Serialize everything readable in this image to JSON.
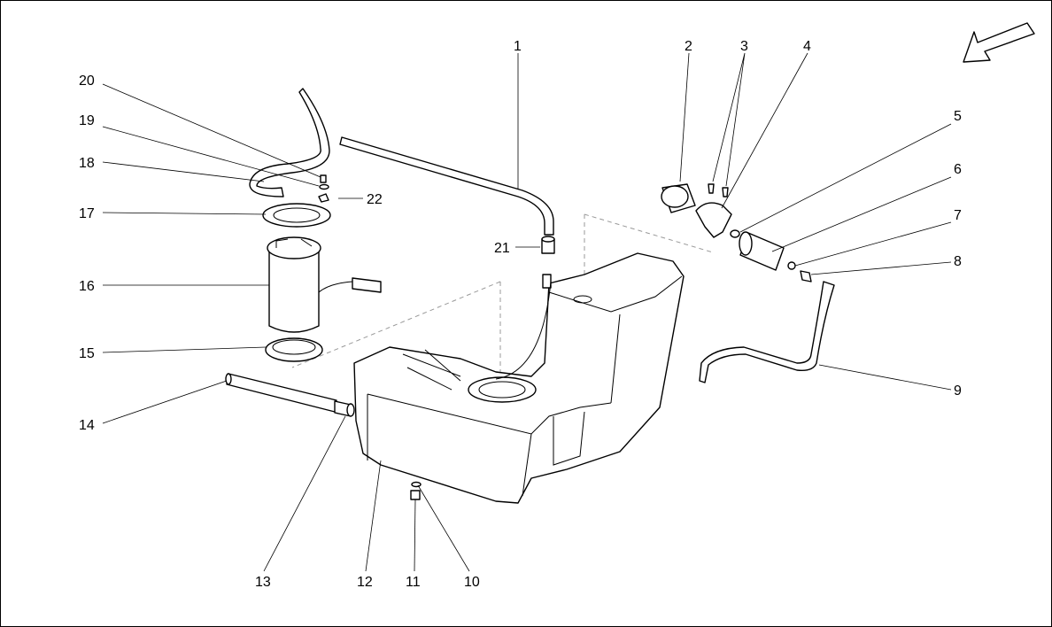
{
  "diagram": {
    "callouts": [
      {
        "id": "c1",
        "text": "1"
      },
      {
        "id": "c2",
        "text": "2"
      },
      {
        "id": "c3",
        "text": "3"
      },
      {
        "id": "c4",
        "text": "4"
      },
      {
        "id": "c5",
        "text": "5"
      },
      {
        "id": "c6",
        "text": "6"
      },
      {
        "id": "c7",
        "text": "7"
      },
      {
        "id": "c8",
        "text": "8"
      },
      {
        "id": "c9",
        "text": "9"
      },
      {
        "id": "c10",
        "text": "10"
      },
      {
        "id": "c11",
        "text": "11"
      },
      {
        "id": "c12",
        "text": "12"
      },
      {
        "id": "c13",
        "text": "13"
      },
      {
        "id": "c14",
        "text": "14"
      },
      {
        "id": "c15",
        "text": "15"
      },
      {
        "id": "c16",
        "text": "16"
      },
      {
        "id": "c17",
        "text": "17"
      },
      {
        "id": "c18",
        "text": "18"
      },
      {
        "id": "c19",
        "text": "19"
      },
      {
        "id": "c20",
        "text": "20"
      },
      {
        "id": "c21",
        "text": "21"
      },
      {
        "id": "c22",
        "text": "22"
      }
    ],
    "direction_icon": "arrow-down-left-icon"
  }
}
